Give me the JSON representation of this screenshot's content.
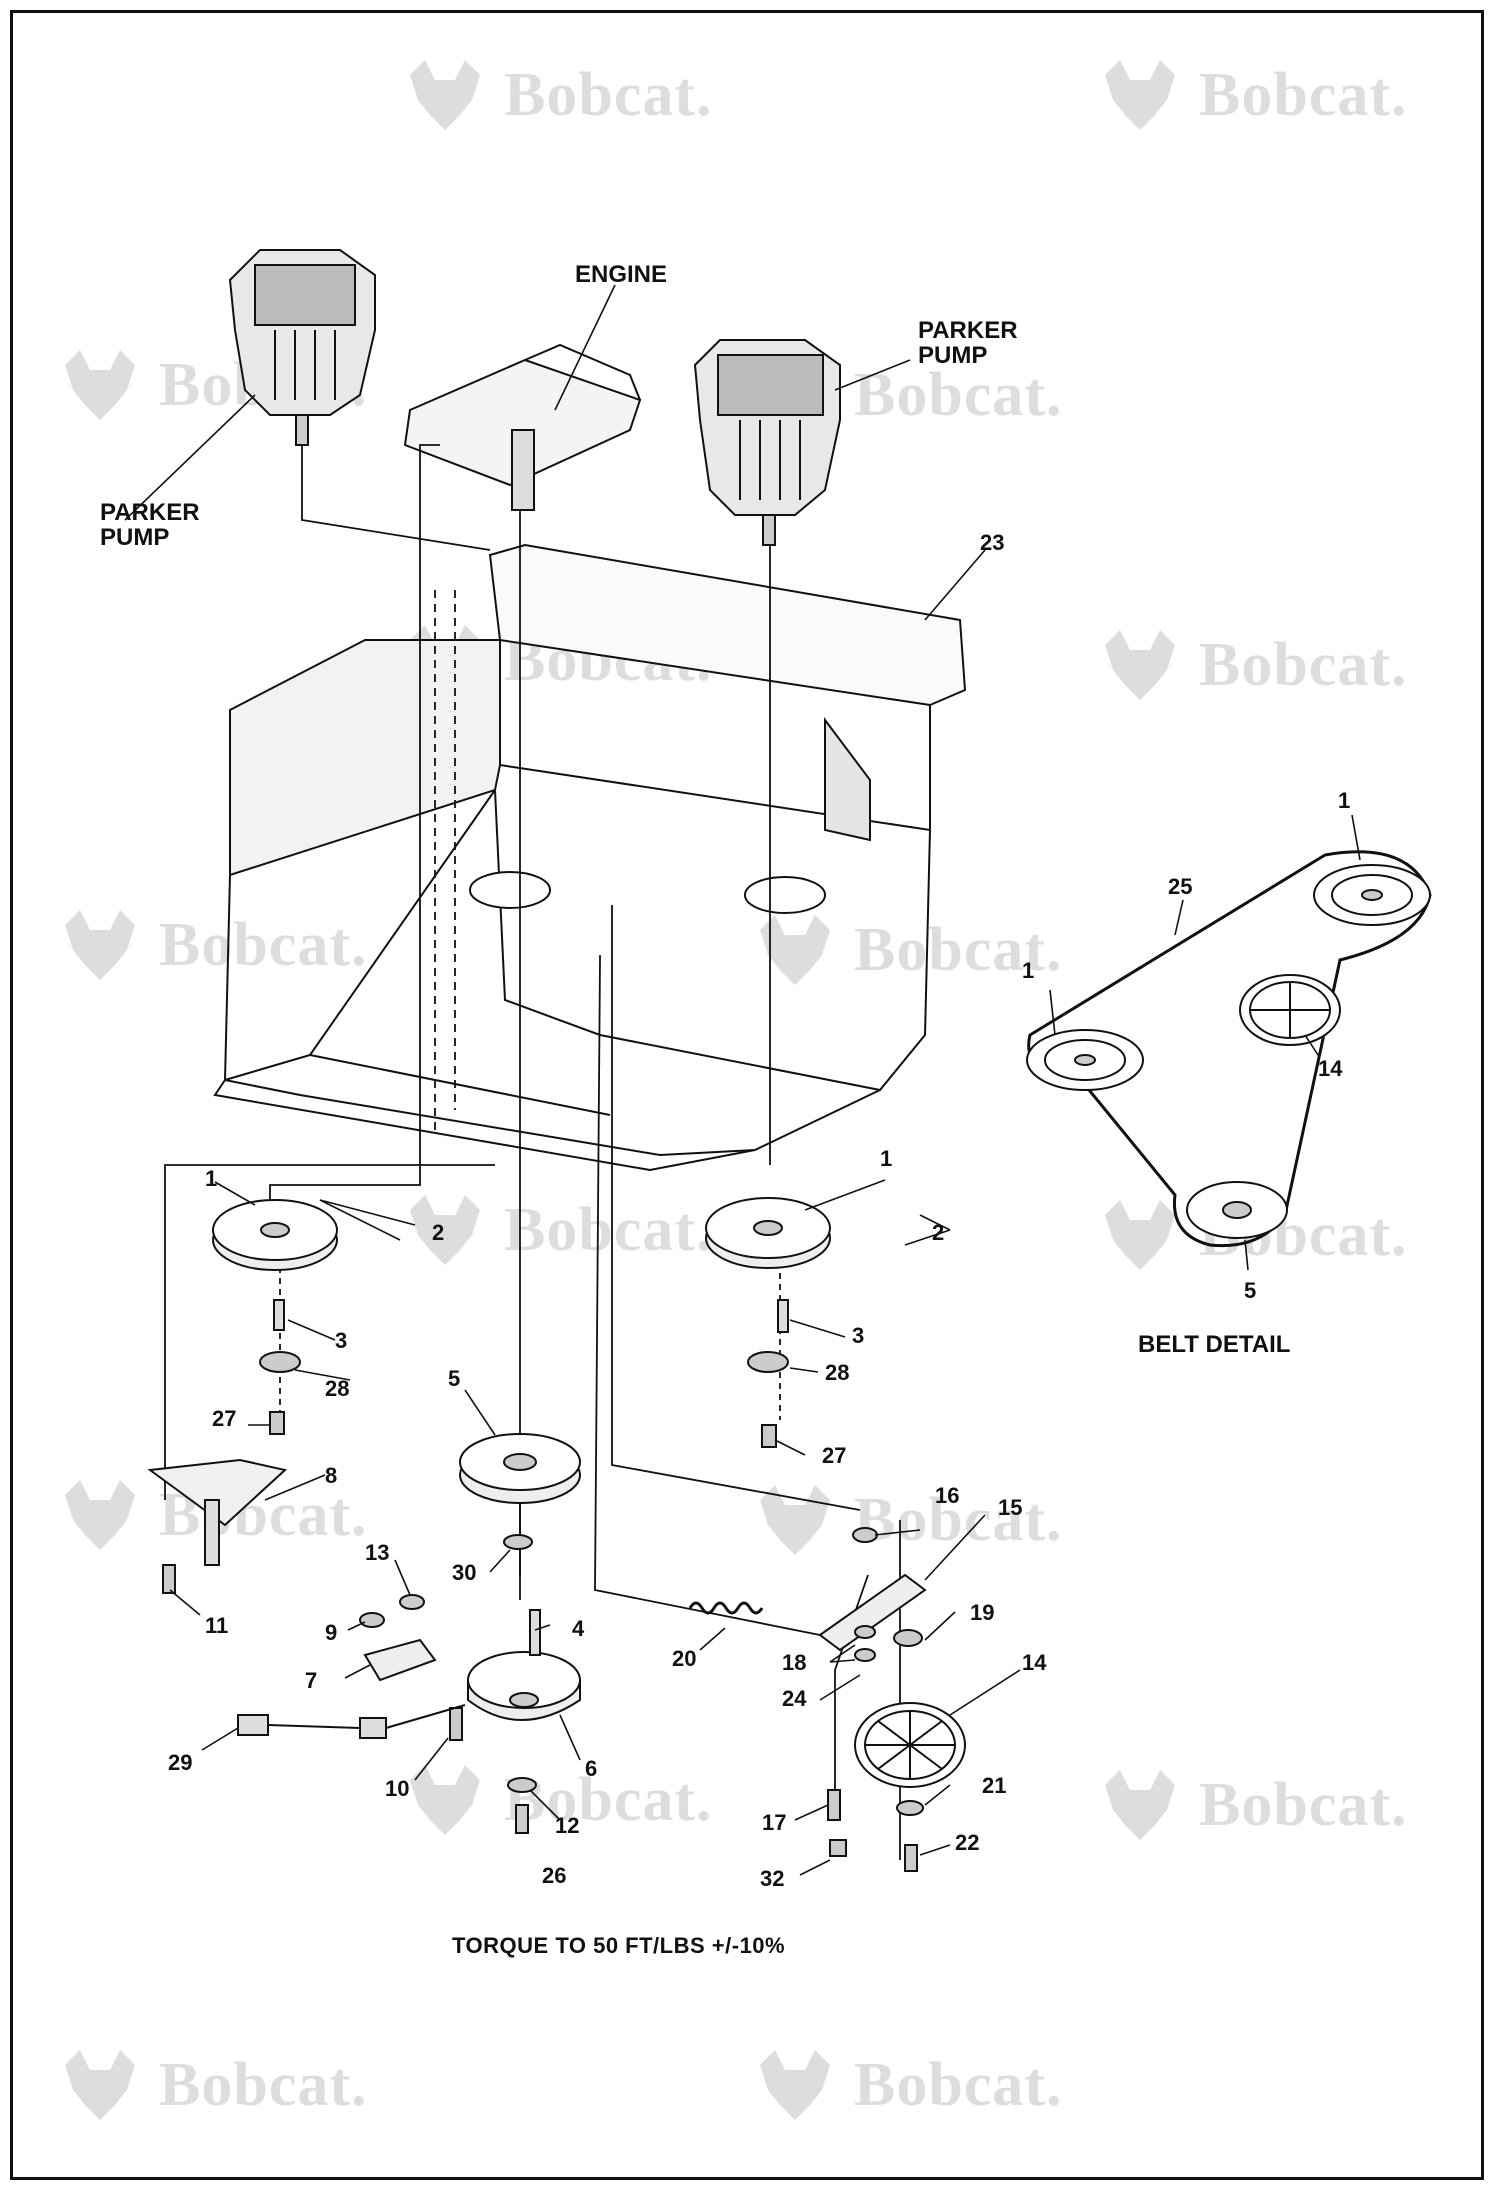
{
  "watermark": {
    "text": "Bobcat."
  },
  "callouts": {
    "engine": "ENGINE",
    "parker_pump_left": "PARKER\nPUMP",
    "parker_pump_right": "PARKER\nPUMP",
    "belt_detail": "BELT DETAIL",
    "torque_note": "TORQUE TO 50 FT/LBS +/-10%"
  },
  "part_numbers": {
    "p23": "23",
    "p1_belt_top": "1",
    "p25": "25",
    "p1_belt_left": "1",
    "p14_belt": "14",
    "p5_belt": "5",
    "p1_left": "1",
    "p2_left": "2",
    "p3_left": "3",
    "p28_left": "28",
    "p27_left": "27",
    "p1_right": "1",
    "p2_right": "2",
    "p3_right": "3",
    "p28_right": "28",
    "p27_right": "27",
    "p5_center": "5",
    "p30": "30",
    "p4": "4",
    "p6": "6",
    "p12": "12",
    "p26": "26",
    "p8": "8",
    "p11": "11",
    "p13": "13",
    "p9": "9",
    "p7": "7",
    "p29": "29",
    "p10": "10",
    "p20": "20",
    "p16": "16",
    "p15": "15",
    "p19": "19",
    "p18": "18",
    "p24": "24",
    "p14_right": "14",
    "p21": "21",
    "p17": "17",
    "p22": "22",
    "p32": "32"
  }
}
